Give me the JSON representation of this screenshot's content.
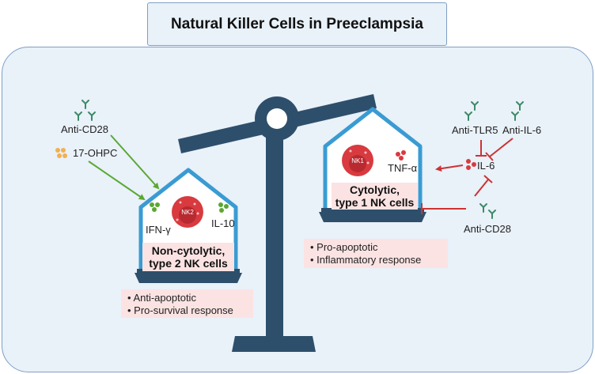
{
  "title": "Natural Killer Cells in Preeclampsia",
  "left_house": {
    "cell_label": "NK2",
    "cytokines": [
      "IFN-γ",
      "IL-10"
    ],
    "type_lines": [
      "Non-cytolytic,",
      "type 2 NK cells"
    ],
    "effects": [
      "Anti-apoptotic",
      "Pro-survival response"
    ]
  },
  "right_house": {
    "cell_label": "NK1",
    "cytokine": "TNF-α",
    "type_lines": [
      "Cytolytic,",
      "type 1 NK cells"
    ],
    "effects": [
      "Pro-apoptotic",
      "Inflammatory response"
    ]
  },
  "left_inputs": {
    "anti_cd28": "Anti-CD28",
    "ohpc": "17-OHPC"
  },
  "right_inputs": {
    "anti_tlr5": "Anti-TLR5",
    "anti_il6": "Anti-IL-6",
    "il6": "IL-6",
    "anti_cd28": "Anti-CD28"
  },
  "colors": {
    "house_outline": "#3a9bd3",
    "scale": "#2e4f6b",
    "activate_arrow": "#5aa832",
    "inhibit_arrow": "#cc3333",
    "cell": "#d83a3f",
    "label_fill": "#fbe3e3",
    "background": "#e9f1f9",
    "antibody": "#3d8a66"
  }
}
